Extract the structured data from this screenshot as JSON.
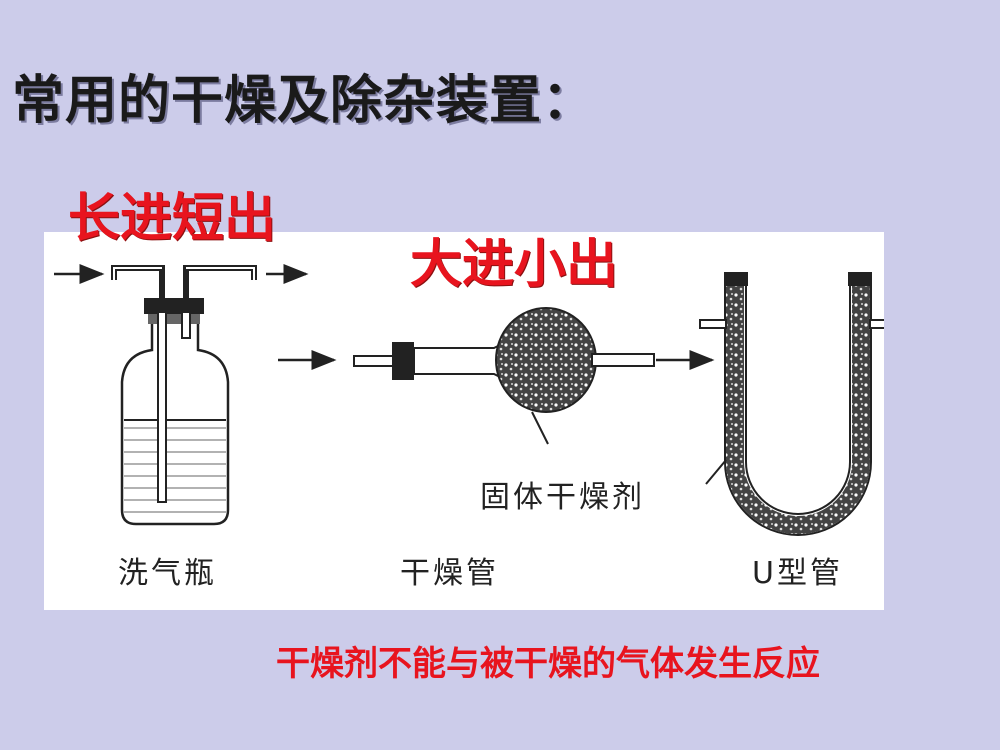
{
  "title": "常用的干燥及除杂装置：",
  "labels": {
    "long_in_short_out": "长进短出",
    "big_in_small_out": "大进小出",
    "solid_desiccant": "固体干燥剂",
    "gas_washing_bottle": "洗气瓶",
    "drying_tube": "干燥管",
    "u_tube": "U型管"
  },
  "note": "干燥剂不能与被干燥的气体发生反应"
}
